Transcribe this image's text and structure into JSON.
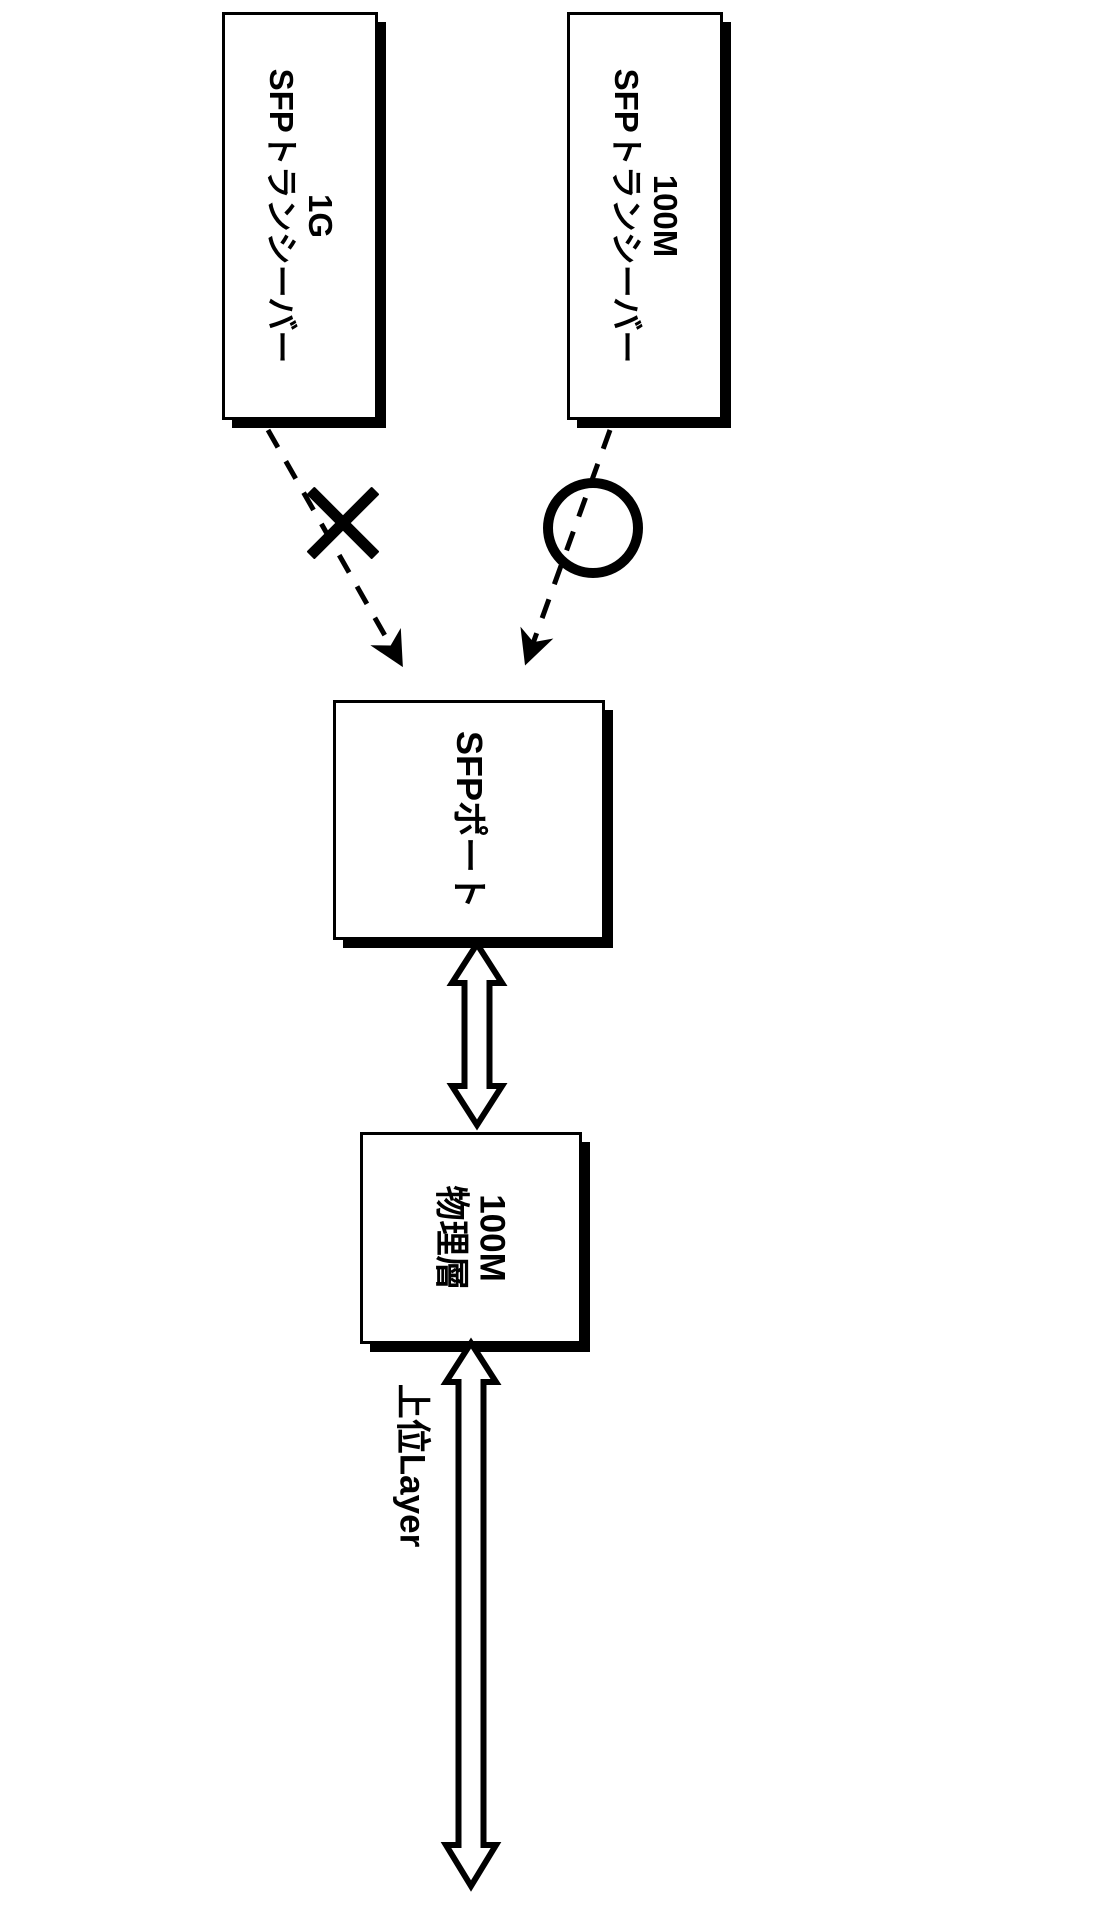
{
  "diagram": {
    "title": "SFP port speed compatibility diagram",
    "orientation_deg": 90,
    "colors": {
      "ink": "#000000",
      "paper": "#ffffff"
    },
    "boxes": {
      "transceiver_1g": {
        "line1": "1G",
        "line2": "SFPトランシーバー"
      },
      "transceiver_100m": {
        "line1": "100M",
        "line2": "SFPトランシーバー"
      },
      "sfp_port": {
        "line1": "SFPポート"
      },
      "phy_100m": {
        "line1": "100M",
        "line2": "物理層"
      }
    },
    "marks": {
      "incompatible": "×",
      "compatible": "○"
    },
    "labels": {
      "upper_layer": "上位Layer"
    }
  }
}
